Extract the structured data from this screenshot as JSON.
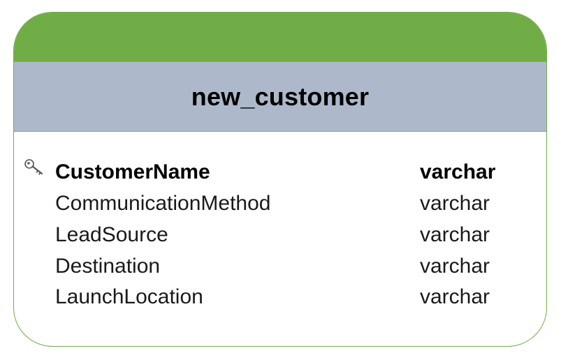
{
  "entity": {
    "name": "new_customer",
    "colors": {
      "top_band": "#70ad47",
      "header_band": "#adb9ca",
      "border": "#70ad47"
    },
    "fields": [
      {
        "name": "CustomerName",
        "type": "varchar",
        "primary_key": true,
        "icon": "key-icon"
      },
      {
        "name": "CommunicationMethod",
        "type": "varchar",
        "primary_key": false
      },
      {
        "name": "LeadSource",
        "type": "varchar",
        "primary_key": false
      },
      {
        "name": "Destination",
        "type": "varchar",
        "primary_key": false
      },
      {
        "name": "LaunchLocation",
        "type": "varchar",
        "primary_key": false
      }
    ]
  }
}
